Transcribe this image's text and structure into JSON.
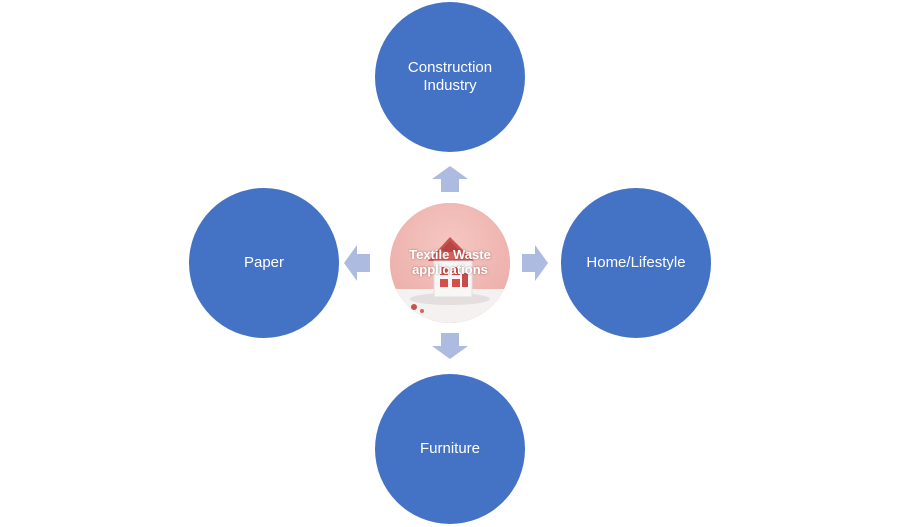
{
  "diagram": {
    "center": {
      "label": "Textile Waste applications",
      "icon": "house-textile-image"
    },
    "nodes": {
      "top": "Construction Industry",
      "left": "Paper",
      "right": "Home/Lifestyle",
      "bottom": "Furniture"
    },
    "colors": {
      "node_fill": "#4472c4",
      "arrow_fill": "#aebbe0",
      "center_background": "#f2b9b5"
    }
  }
}
